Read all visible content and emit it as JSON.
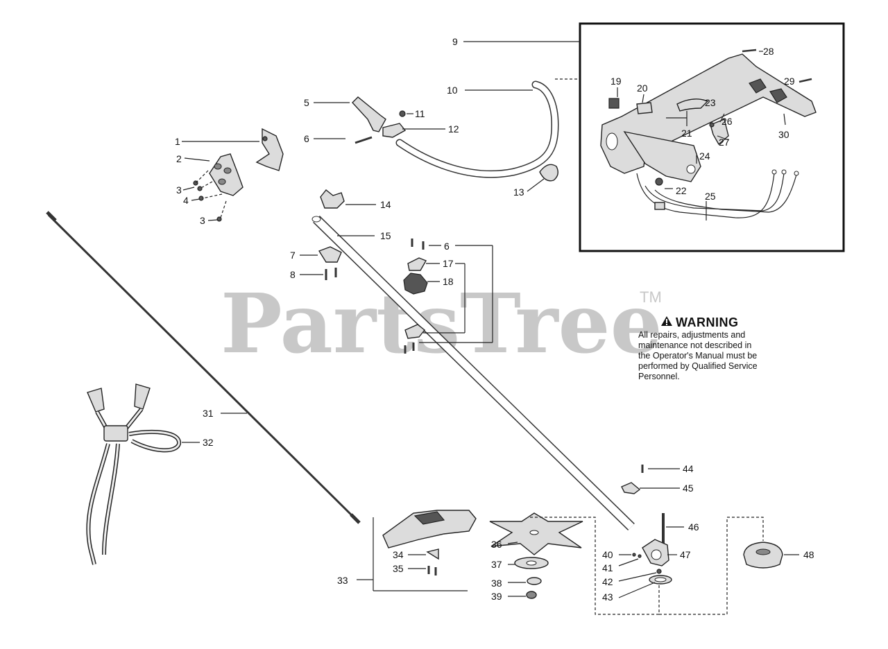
{
  "watermark": {
    "text": "PartsTree",
    "trademark": "TM"
  },
  "warning": {
    "title": "WARNING",
    "body_lines": [
      "All repairs, adjustments and",
      "maintenance not described in",
      "the Operator's Manual must be",
      "performed by Qualified Service",
      "Personnel."
    ]
  },
  "callouts": {
    "c1": "1",
    "c2": "2",
    "c3a": "3",
    "c3b": "3",
    "c4": "4",
    "c5": "5",
    "c6a": "6",
    "c6b": "6",
    "c7": "7",
    "c8": "8",
    "c9": "9",
    "c10": "10",
    "c11": "11",
    "c12": "12",
    "c13": "13",
    "c14": "14",
    "c15": "15",
    "c17": "17",
    "c18": "18",
    "c19": "19",
    "c20": "20",
    "c21": "21",
    "c22": "22",
    "c23": "23",
    "c24": "24",
    "c25": "25",
    "c26": "26",
    "c27": "27",
    "c28": "28",
    "c29": "29",
    "c30": "30",
    "c31": "31",
    "c32": "32",
    "c33": "33",
    "c34": "34",
    "c35": "35",
    "c36": "36",
    "c37": "37",
    "c38": "38",
    "c39": "39",
    "c40": "40",
    "c41": "41",
    "c42": "42",
    "c43": "43",
    "c44": "44",
    "c45": "45",
    "c46": "46",
    "c47": "47",
    "c48": "48"
  }
}
